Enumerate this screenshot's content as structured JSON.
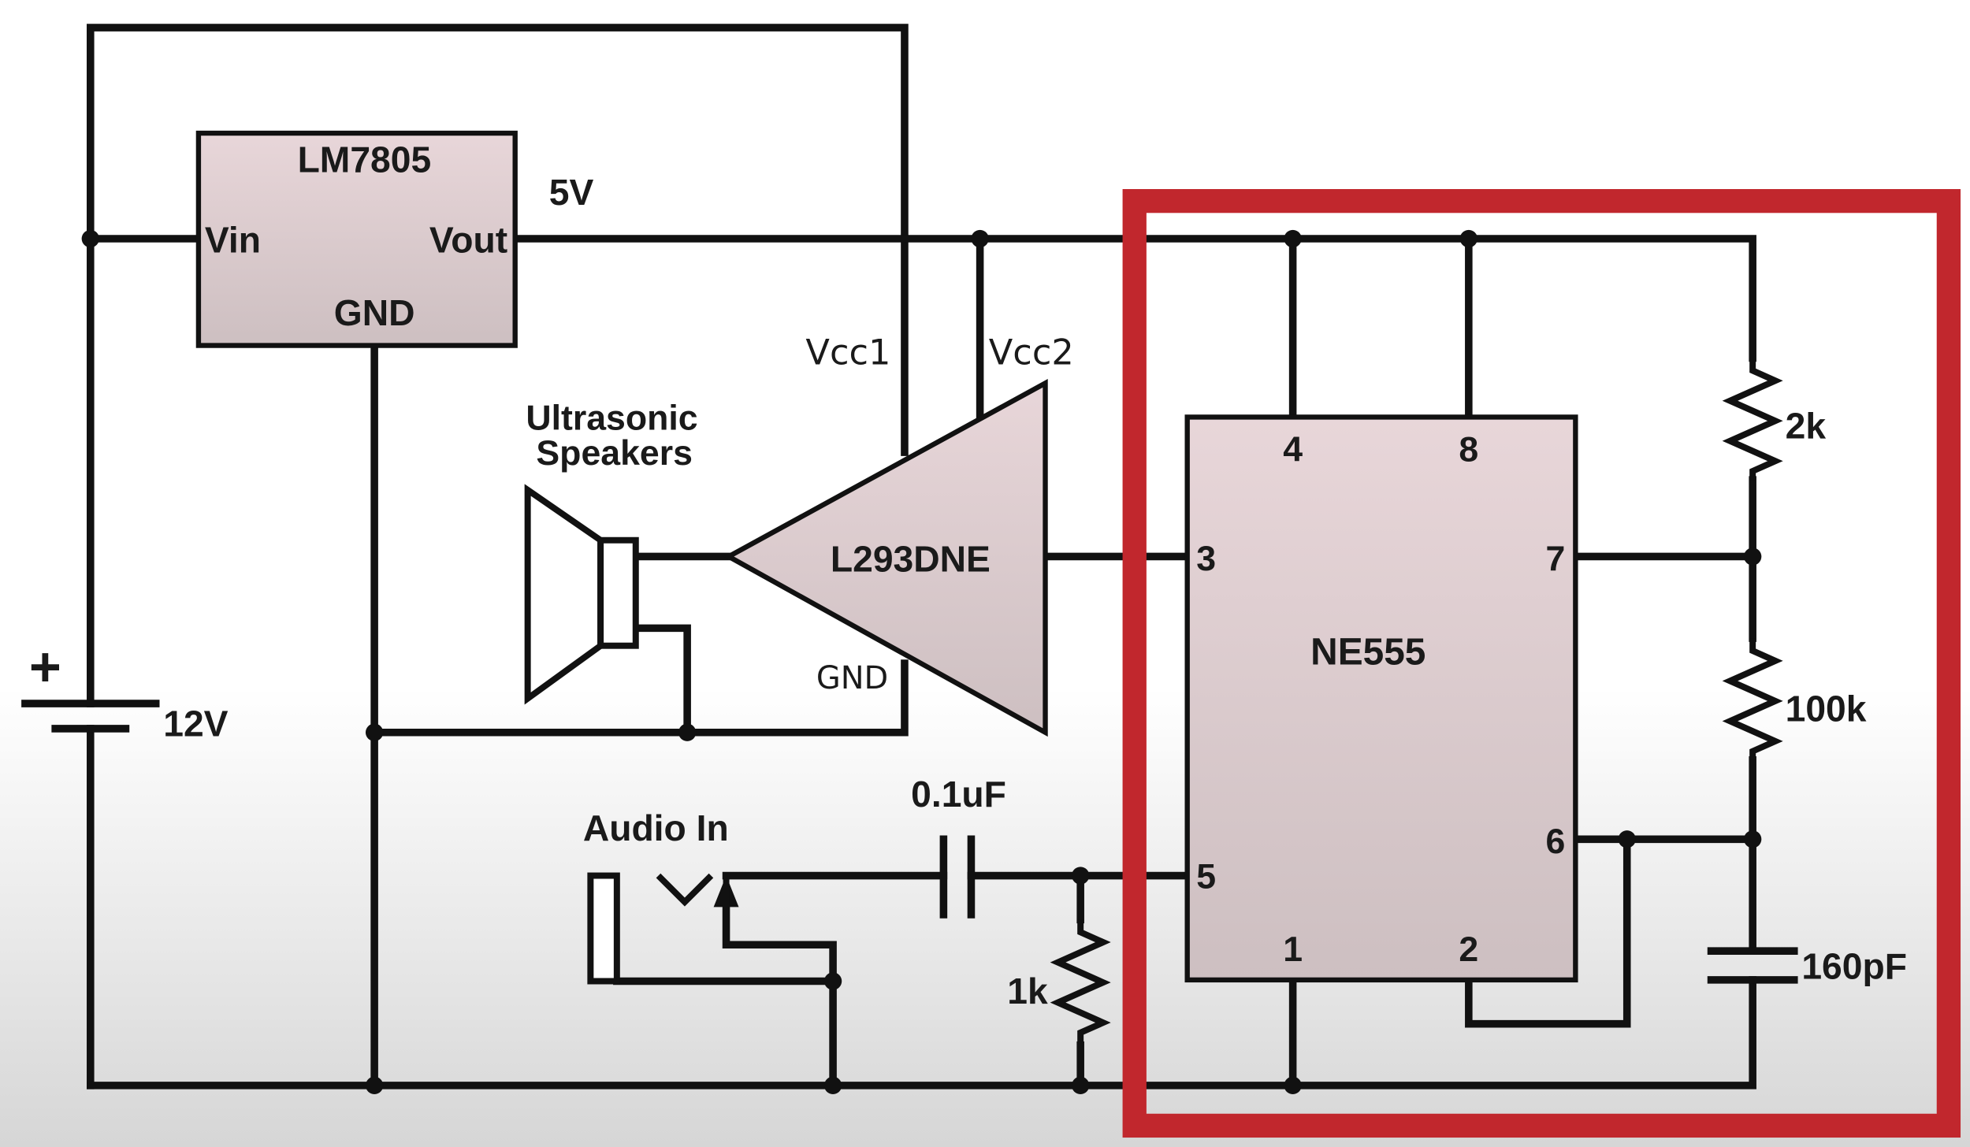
{
  "regulator": {
    "name": "LM7805",
    "vin": "Vin",
    "vout": "Vout",
    "gnd": "GND"
  },
  "rail_label": "5V",
  "driver": {
    "name": "L293DNE",
    "vcc1": "Vcc1",
    "vcc2": "Vcc2",
    "gnd": "GND"
  },
  "speaker_label_line1": "Ultrasonic",
  "speaker_label_line2": "Speakers",
  "battery": {
    "plus": "+",
    "voltage": "12V"
  },
  "audio_label": "Audio In",
  "coupling_capacitor": "0.1uF",
  "input_resistor": "1k",
  "timer": {
    "name": "NE555",
    "pins": {
      "p4": "4",
      "p8": "8",
      "p3": "3",
      "p7": "7",
      "p5": "5",
      "p6": "6",
      "p1": "1",
      "p2": "2"
    }
  },
  "r_top": "2k",
  "r_mid": "100k",
  "c_timing": "160pF",
  "colors": {
    "highlight": "#c1272d",
    "chip_fill": "#e6d3d6",
    "background_top": "#ffffff",
    "background_bottom": "#d9d9d9"
  }
}
